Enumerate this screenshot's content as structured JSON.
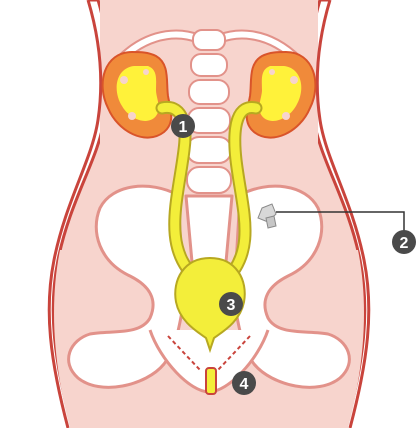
{
  "diagram": {
    "markers": [
      {
        "id": "1",
        "label": "1"
      },
      {
        "id": "2",
        "label": "2"
      },
      {
        "id": "3",
        "label": "3"
      },
      {
        "id": "4",
        "label": "4"
      }
    ],
    "colors": {
      "skin": "#f7d4cd",
      "outline": "#c9443c",
      "bone": "#ffffff",
      "bone_outline": "#e2928a",
      "kidney_outer": "#f08a3a",
      "kidney_inner": "#fff23a",
      "ureter": "#f3ee3a",
      "ureter_outline": "#b7a821",
      "marker": "#4a4a4a",
      "callout_line": "#333333"
    }
  }
}
